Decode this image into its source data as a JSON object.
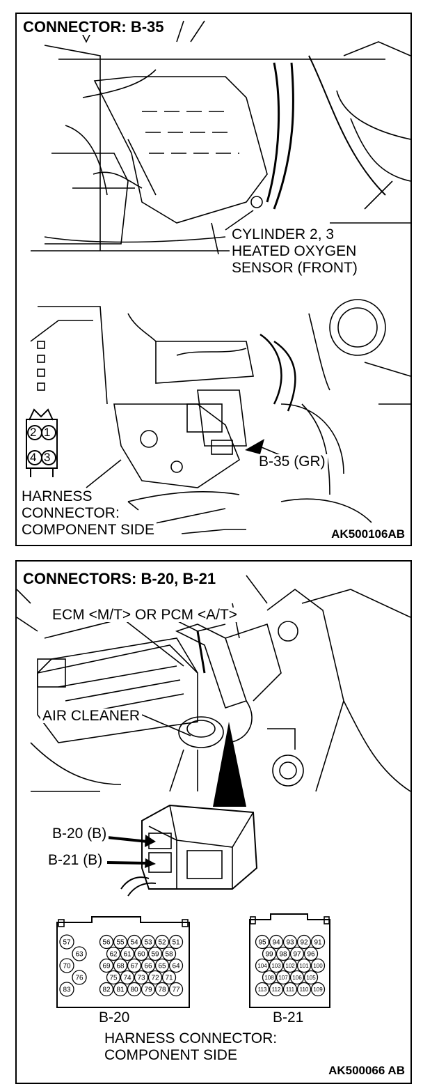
{
  "panel_top": {
    "title": "CONNECTOR: B-35",
    "sensor_label": [
      "CYLINDER 2, 3",
      "HEATED OXYGEN",
      "SENSOR (FRONT)"
    ],
    "connector_callout": "B-35 (GR)",
    "harness_label": [
      "HARNESS",
      "CONNECTOR:",
      "COMPONENT SIDE"
    ],
    "pins": [
      "2",
      "1",
      "4",
      "3"
    ],
    "figure_code": "AK500106AB"
  },
  "panel_bottom": {
    "title": "CONNECTORS: B-20, B-21",
    "ecm_label": "ECM <M/T> OR PCM <A/T>",
    "air_cleaner_label": "AIR CLEANER",
    "callout_b20": "B-20 (B)",
    "callout_b21": "B-21 (B)",
    "b20": {
      "label": "B-20",
      "side_pins": [
        "57",
        "63",
        "70",
        "76",
        "83"
      ],
      "rows": [
        [
          "56",
          "55",
          "54",
          "53",
          "52",
          "51"
        ],
        [
          "62",
          "61",
          "60",
          "59",
          "58"
        ],
        [
          "69",
          "68",
          "67",
          "66",
          "65",
          "64"
        ],
        [
          "75",
          "74",
          "73",
          "72",
          "71"
        ],
        [
          "82",
          "81",
          "80",
          "79",
          "78",
          "77"
        ]
      ]
    },
    "b21": {
      "label": "B-21",
      "rows": [
        [
          "95",
          "94",
          "93",
          "92",
          "91"
        ],
        [
          "99",
          "98",
          "97",
          "96"
        ],
        [
          "104",
          "103",
          "102",
          "101",
          "100"
        ],
        [
          "108",
          "107",
          "106",
          "105"
        ],
        [
          "113",
          "112",
          "111",
          "110",
          "109"
        ]
      ]
    },
    "harness_label": [
      "HARNESS CONNECTOR:",
      "COMPONENT SIDE"
    ],
    "figure_code": "AK500066 AB"
  }
}
